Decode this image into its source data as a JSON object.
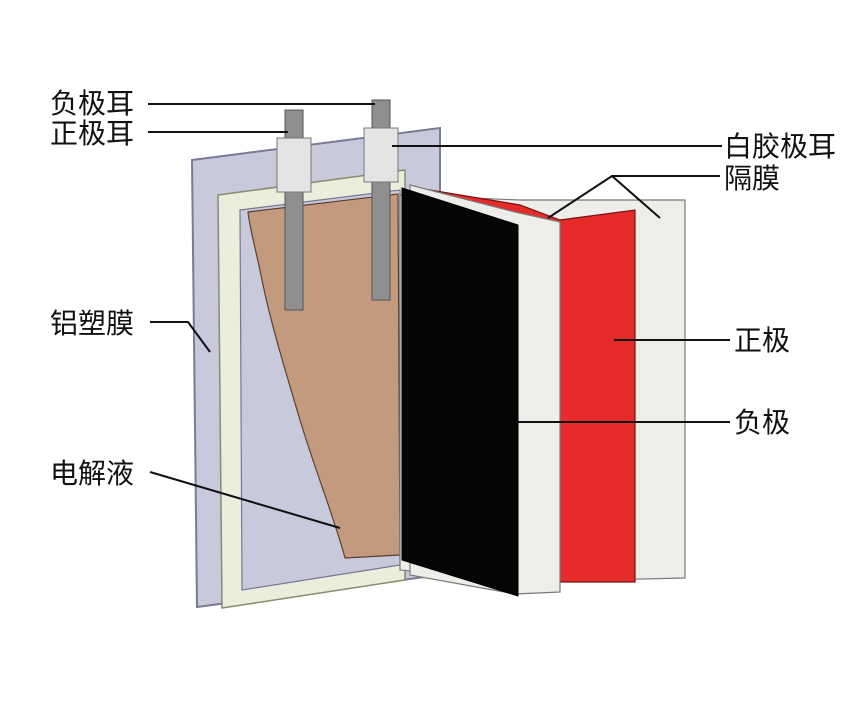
{
  "labels": {
    "negative_tab": "负极耳",
    "positive_tab": "正极耳",
    "white_tab_glue": "白胶极耳",
    "separator": "隔膜",
    "aluminum_plastic_film": "铝塑膜",
    "positive_electrode": "正极",
    "negative_electrode": "负极",
    "electrolyte": "电解液"
  },
  "colors": {
    "pouch": "#c9c9dc",
    "pouch_edge": "#7a7a95",
    "seal_frame": "#eceedd",
    "electrolyte": "#c49a7e",
    "tab_metal": "#8f8f8f",
    "tab_glue": "#e4e4e4",
    "negative_sheet": "#050505",
    "separator_sheet": "#ededea",
    "positive_sheet": "#e52a2a",
    "leader_line": "#111111"
  }
}
